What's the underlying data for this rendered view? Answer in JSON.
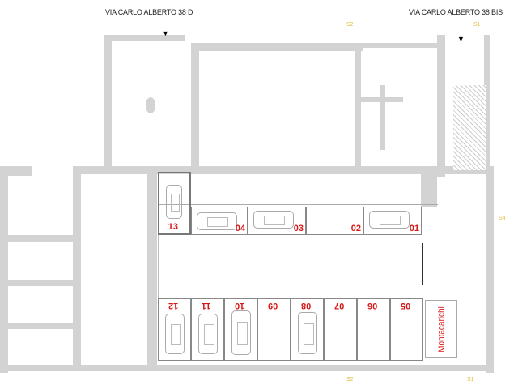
{
  "titles": {
    "left": "VIA CARLO ALBERTO 38 D",
    "right": "VIA CARLO ALBERTO 38 BIS"
  },
  "sections": {
    "s2_top": "S2",
    "s1_top": "S1",
    "s4": "S4",
    "s2_bottom": "S2",
    "s1_bottom": "S1"
  },
  "top_spots": [
    "13",
    "04",
    "03",
    "02",
    "01"
  ],
  "bottom_spots": [
    "12",
    "11",
    "10",
    "09",
    "08",
    "07",
    "06",
    "05"
  ],
  "lift": "Montacarichi",
  "colors": {
    "wall": "#d3d3d3",
    "spot_number": "#d81818",
    "section": "#e0c040"
  }
}
